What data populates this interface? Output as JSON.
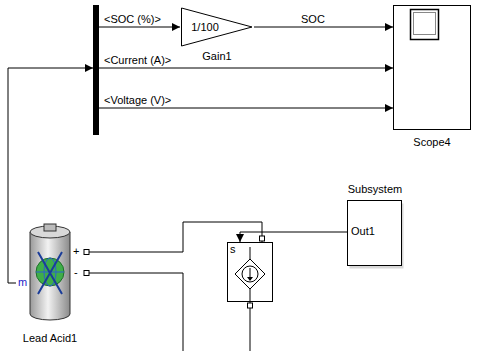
{
  "diagram": {
    "nodes": [
      {
        "text": []
      },
      {
        "text": [
          "1/100",
          "Gain1"
        ]
      },
      {
        "text": [
          "Scope4"
        ]
      },
      {
        "text": [
          "Subsystem",
          "Out1"
        ]
      },
      {
        "text": [
          "s"
        ]
      },
      {
        "text": [
          "Lead Acid1",
          "+",
          "-",
          "m"
        ]
      }
    ],
    "edges": [
      {
        "from": 5,
        "to": 0,
        "arrow": "to"
      },
      {
        "from": 0,
        "to": 1,
        "label": "<SOC (%)>",
        "arrow": "to"
      },
      {
        "from": 1,
        "to": 2,
        "label": "SOC",
        "arrow": "to"
      },
      {
        "from": 0,
        "to": 2,
        "label": "<Current (A)>",
        "arrow": "to"
      },
      {
        "from": 0,
        "to": 2,
        "label": "<Voltage (V)>",
        "arrow": "to"
      },
      {
        "from": 3,
        "to": 4,
        "arrow": "to"
      },
      {
        "from": 5,
        "to": 4,
        "arrow": "none"
      }
    ]
  }
}
